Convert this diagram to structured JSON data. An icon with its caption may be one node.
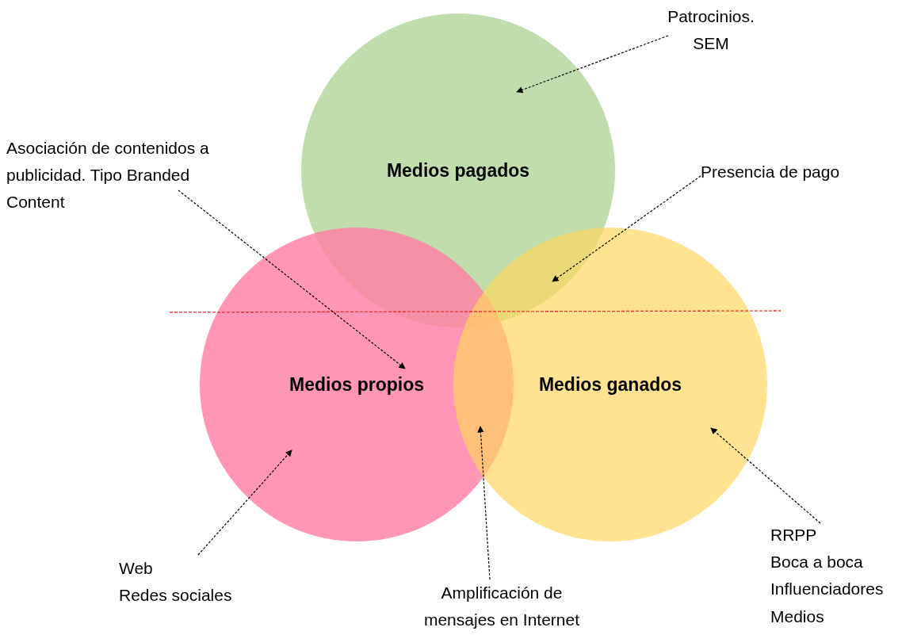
{
  "diagram": {
    "nodes": [
      {
        "text": [
          "Medios pagados"
        ]
      },
      {
        "text": [
          "Medios propios"
        ]
      },
      {
        "text": [
          "Medios ganados"
        ]
      },
      {
        "text": [
          "Patrocinios. SEM"
        ]
      },
      {
        "text": [
          "Asociación de contenidos a publicidad. Tipo Branded Content"
        ]
      },
      {
        "text": [
          "Presencia de pago"
        ]
      },
      {
        "text": [
          "Web",
          "Redes sociales"
        ]
      },
      {
        "text": [
          "Amplificación de mensajes en Internet"
        ]
      },
      {
        "text": [
          "RRPP",
          "Boca a boca",
          "Influenciadores",
          "Medios"
        ]
      }
    ],
    "edges": [
      {
        "from": 3,
        "to": 0,
        "arrow": "to",
        "style": "dashed"
      },
      {
        "from": 4,
        "to": 1,
        "arrow": "to",
        "style": "dashed"
      },
      {
        "from": 5,
        "to": 0,
        "arrow": "to",
        "style": "dashed"
      },
      {
        "from": 6,
        "to": 1,
        "arrow": "to",
        "style": "dashed"
      },
      {
        "from": 7,
        "to": 1,
        "arrow": "to",
        "style": "dashed"
      },
      {
        "from": 8,
        "to": 2,
        "arrow": "to",
        "style": "dashed"
      }
    ]
  }
}
